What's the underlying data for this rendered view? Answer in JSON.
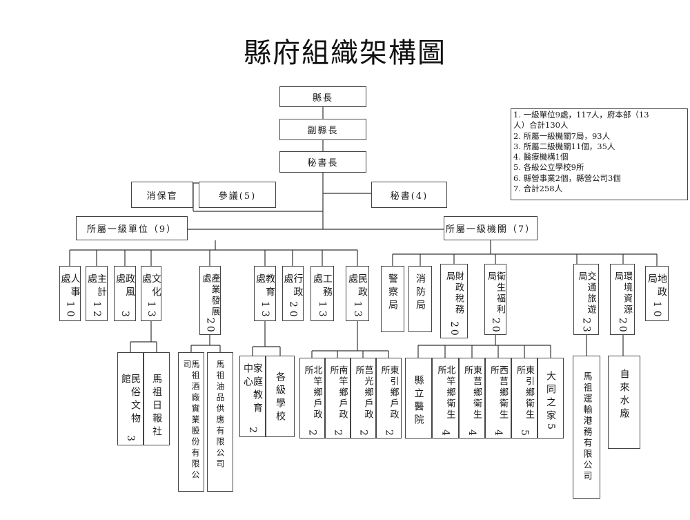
{
  "title": "縣府組織架構圖",
  "top": {
    "magistrate": "縣長",
    "deputy": "副縣長",
    "secretary_general": "秘書長",
    "security_officer": "消保官",
    "counselor": "參議(5)",
    "secretary": "秘書(4)"
  },
  "groups": {
    "level1_units": "所屬一級單位（9）",
    "level1_agencies": "所屬一級機關（7）"
  },
  "notes": [
    "1. 一級單位9處，117人，府本部（13",
    "人）合計130人",
    "2. 所屬一級機關7局，93人",
    "3. 所屬二級機關11個，35人",
    "4. 醫療機構1個",
    "5. 各級公立學校9所",
    "6. 縣營事業2個，縣營公司3個",
    "7. 合計258人"
  ],
  "units": [
    {
      "name": "人事處",
      "num": "10"
    },
    {
      "name": "主計處",
      "num": "12"
    },
    {
      "name": "政風處",
      "num": "3"
    },
    {
      "name": "文化處",
      "num": "13"
    },
    {
      "name": "產業發展處",
      "num": "20"
    },
    {
      "name": "教育處",
      "num": "13"
    },
    {
      "name": "行政處",
      "num": "20"
    },
    {
      "name": "工務處",
      "num": "13"
    },
    {
      "name": "民政處",
      "num": "13"
    }
  ],
  "agencies": [
    {
      "name": "警察局",
      "num": ""
    },
    {
      "name": "消防局",
      "num": ""
    },
    {
      "name": "財政稅務局",
      "num": "20"
    },
    {
      "name": "衛生福利局",
      "num": "20"
    },
    {
      "name": "交通旅遊局",
      "num": "23"
    },
    {
      "name": "環境資源局",
      "num": "20"
    },
    {
      "name": "地政局",
      "num": "10"
    }
  ],
  "sub": {
    "culture": [
      {
        "name": "民俗文物館",
        "num": "3"
      },
      {
        "name": "馬祖日報社",
        "num": ""
      }
    ],
    "industry": [
      {
        "name": "馬祖酒廠實業股份有限公司",
        "num": ""
      },
      {
        "name": "馬祖油品供應有限公司",
        "num": ""
      }
    ],
    "education": [
      {
        "name": "家庭教育中心",
        "num": "2"
      },
      {
        "name": "各級學校",
        "num": ""
      }
    ],
    "civil": [
      {
        "name": "北竿鄉戶政所",
        "num": "2"
      },
      {
        "name": "南竿鄉戶政所",
        "num": "2"
      },
      {
        "name": "莒光鄉戶政所",
        "num": "2"
      },
      {
        "name": "東引鄉戶政所",
        "num": "2"
      }
    ],
    "health": [
      {
        "name": "縣立醫院",
        "num": ""
      },
      {
        "name": "北竿鄉衛生所",
        "num": "4"
      },
      {
        "name": "東莒鄉衛生所",
        "num": "4"
      },
      {
        "name": "西莒鄉衛生所",
        "num": "4"
      },
      {
        "name": "東引鄉衛生所",
        "num": "5"
      },
      {
        "name": "大同之家",
        "num": "5"
      }
    ],
    "transport": [
      {
        "name": "馬祖運輸港務有限公司",
        "num": ""
      }
    ],
    "environment": [
      {
        "name": "自來水廠",
        "num": ""
      }
    ]
  }
}
